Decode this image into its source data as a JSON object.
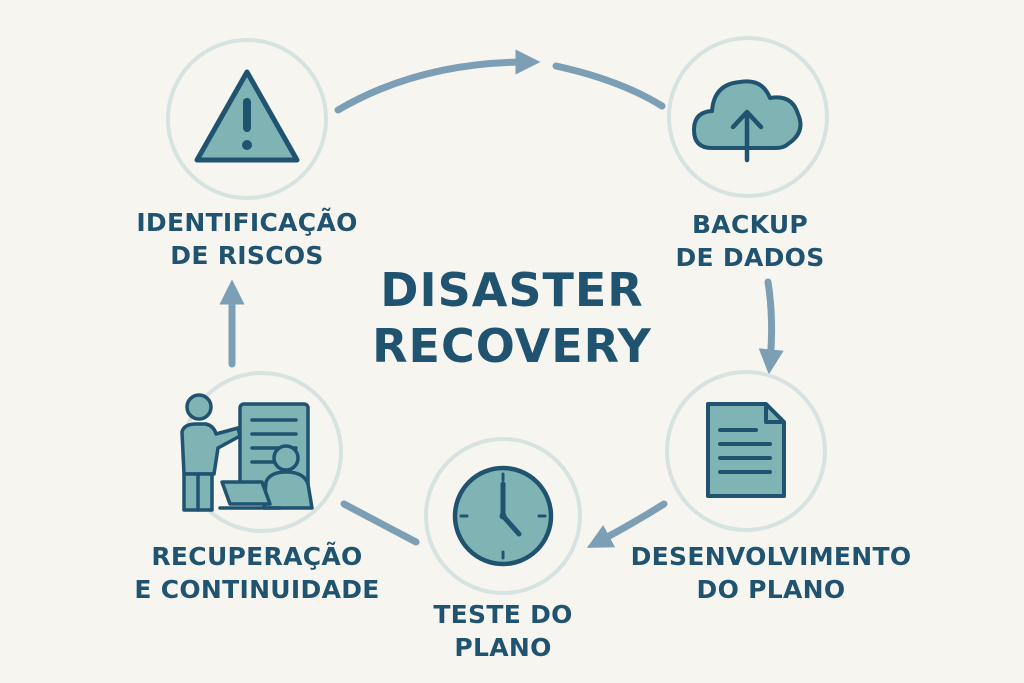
{
  "title": {
    "line1": "DISASTER",
    "line2": "RECOVERY"
  },
  "steps": [
    {
      "id": "identificacao",
      "icon": "warning-icon",
      "line1": "IDENTIFICAÇÃO",
      "line2": "DE RISCOS"
    },
    {
      "id": "backup",
      "icon": "cloud-upload-icon",
      "line1": "BACKUP",
      "line2": "DE DADOS"
    },
    {
      "id": "desenvolvimento",
      "icon": "document-icon",
      "line1": "DESENVOLVIMENTO",
      "line2": "DO PLANO"
    },
    {
      "id": "teste",
      "icon": "clock-icon",
      "line1": "TESTE DO",
      "line2": "PLANO"
    },
    {
      "id": "recuperacao",
      "icon": "team-server-icon",
      "line1": "RECUPERAÇÃO",
      "line2": "E CONTINUIDADE"
    }
  ],
  "colors": {
    "background": "#f7f5f0",
    "primary": "#1f5370",
    "icon_fill": "#7fb3b4",
    "ring": "#d6e3e1",
    "arrow": "#7d9fb6"
  }
}
